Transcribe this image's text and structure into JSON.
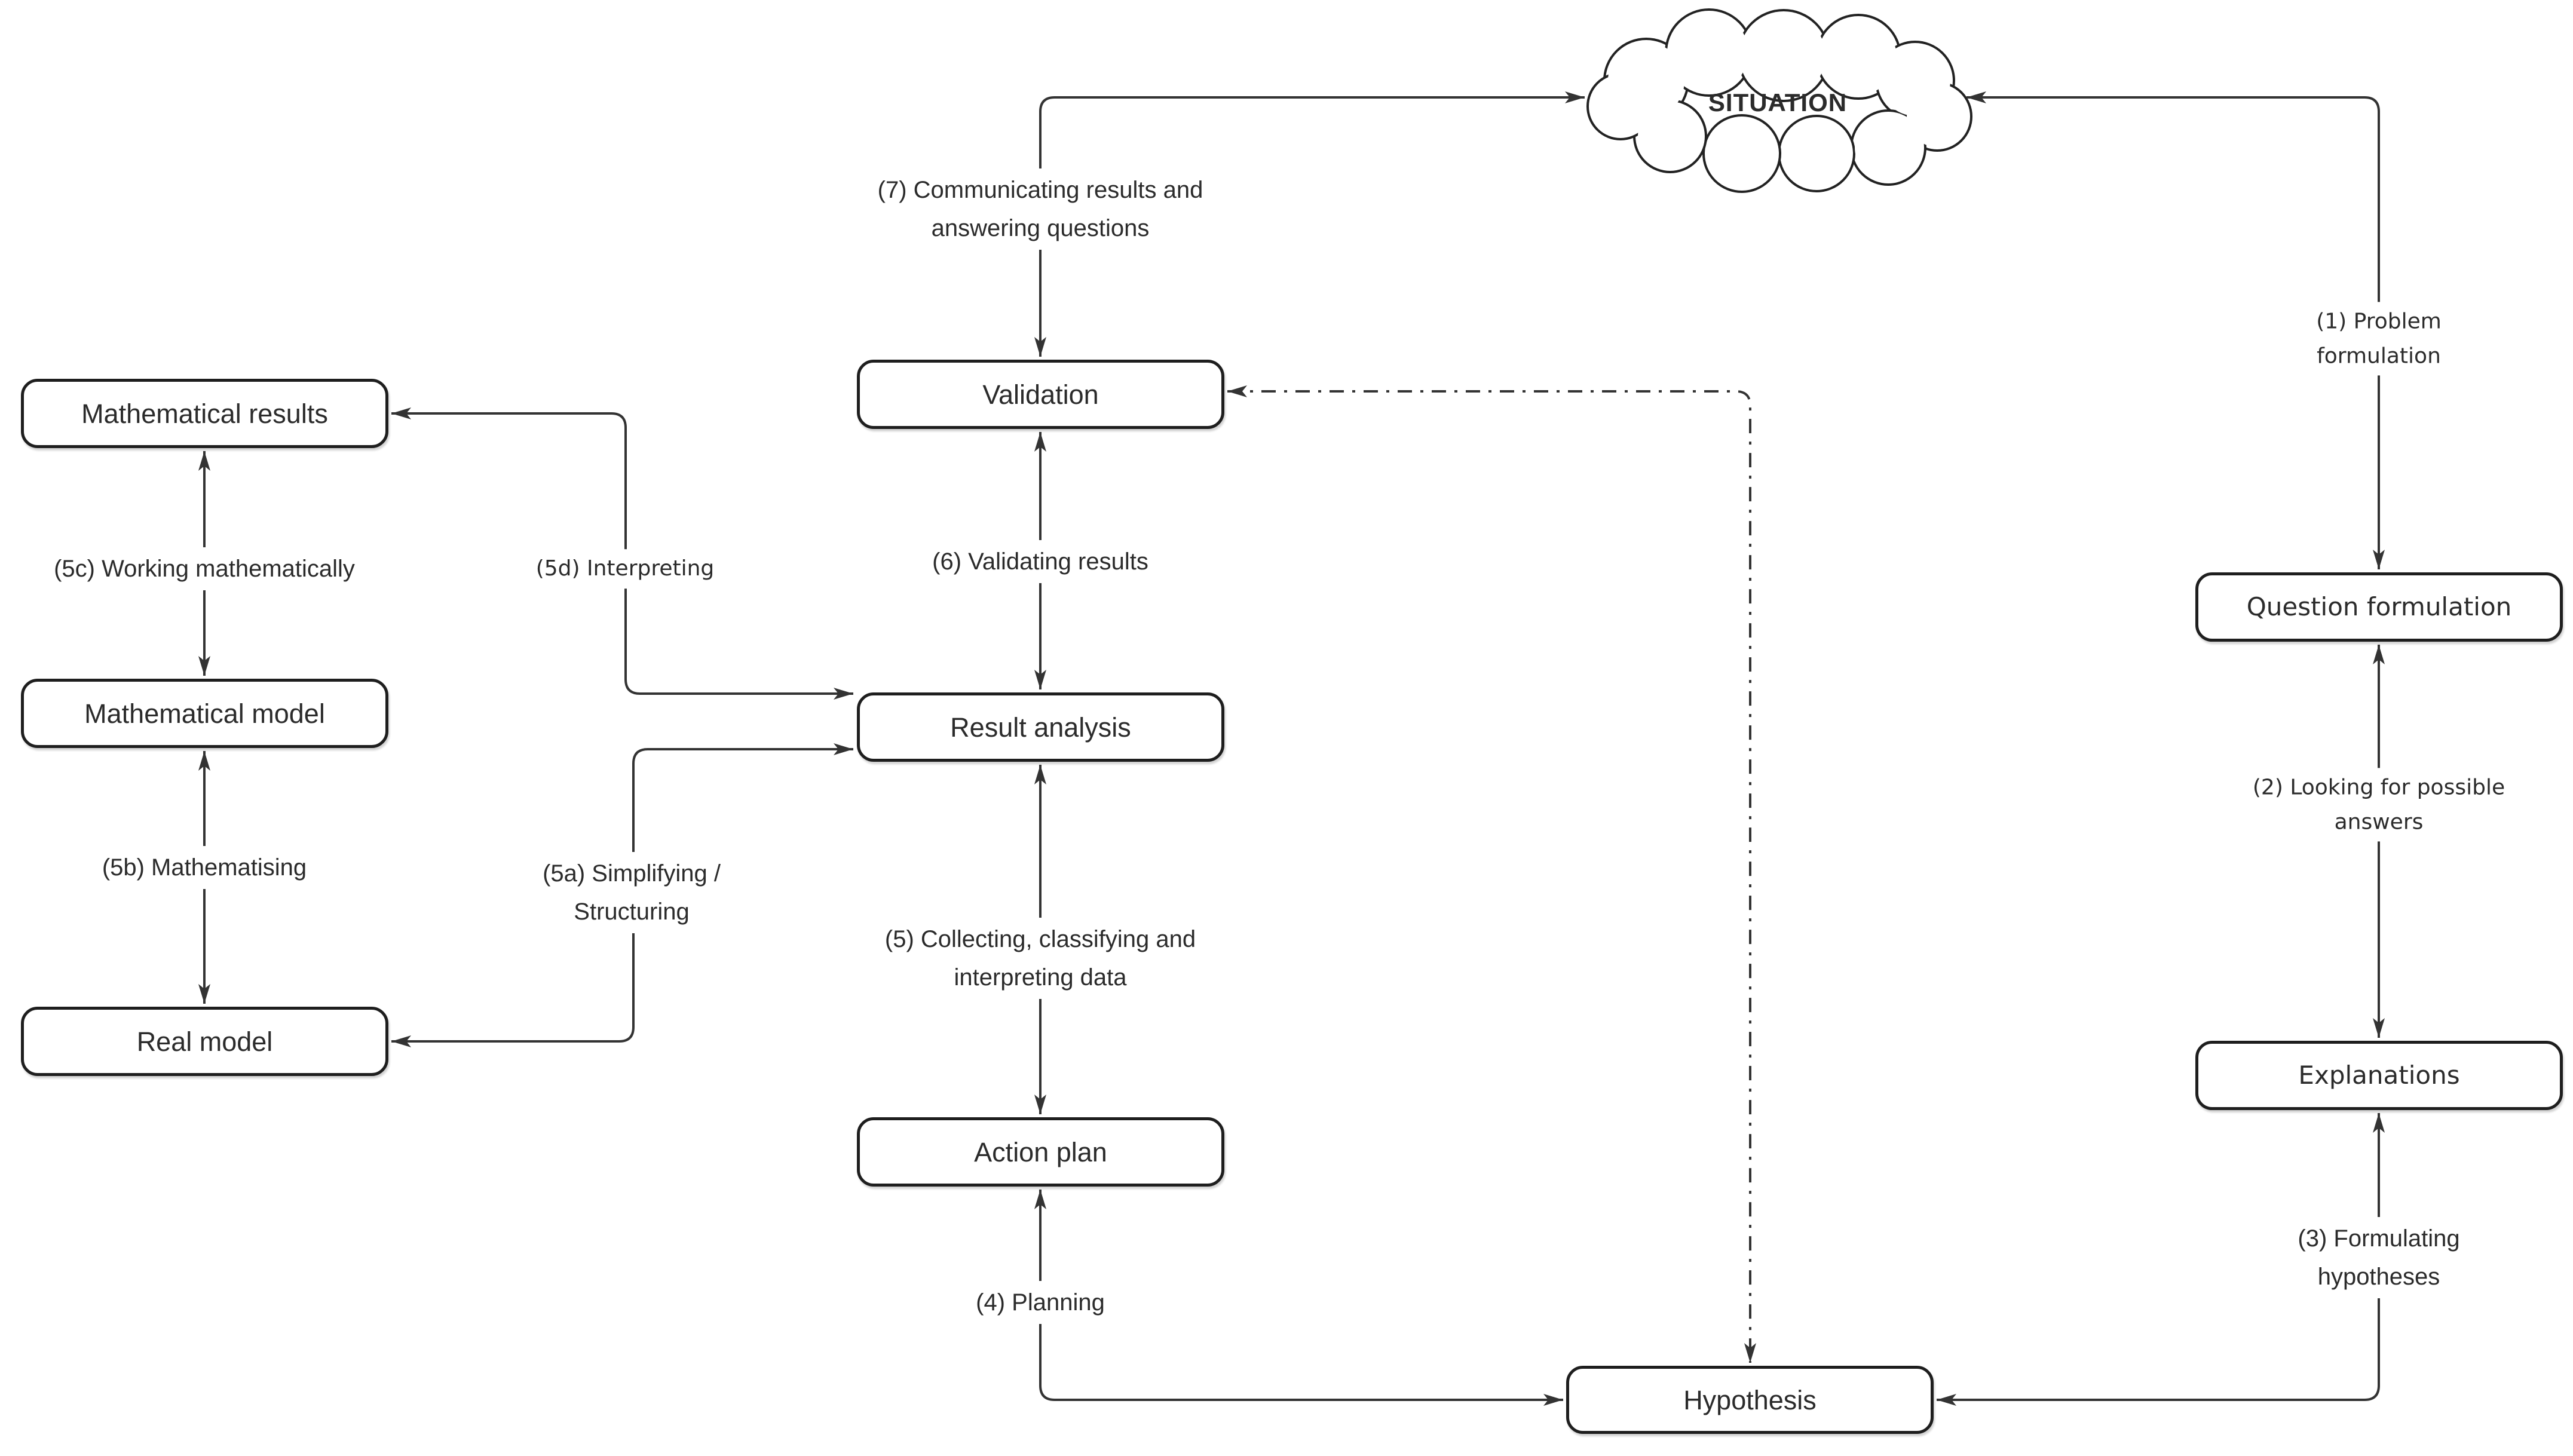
{
  "cloud": {
    "label": "SITUATION"
  },
  "nodes": {
    "mathematical_results": {
      "label": "Mathematical results"
    },
    "mathematical_model": {
      "label": "Mathematical model"
    },
    "real_model": {
      "label": "Real model"
    },
    "validation": {
      "label": "Validation"
    },
    "result_analysis": {
      "label": "Result analysis"
    },
    "action_plan": {
      "label": "Action plan"
    },
    "hypothesis": {
      "label": "Hypothesis"
    },
    "question_formulation": {
      "label": "Question formulation"
    },
    "explanations": {
      "label": "Explanations"
    }
  },
  "edges": {
    "problem_formulation": {
      "id": "1",
      "from": "situation",
      "to": "question_formulation",
      "style": "solid",
      "bidirectional": true,
      "lines": [
        "(1) Problem",
        "formulation"
      ]
    },
    "looking_for_answers": {
      "id": "2",
      "from": "question_formulation",
      "to": "explanations",
      "style": "solid",
      "bidirectional": true,
      "lines": [
        "(2) Looking for possible",
        "answers"
      ]
    },
    "formulating_hypotheses": {
      "id": "3",
      "from": "explanations",
      "to": "hypothesis",
      "style": "solid",
      "bidirectional": true,
      "lines": [
        "(3) Formulating",
        "hypotheses"
      ]
    },
    "planning": {
      "id": "4",
      "from": "hypothesis",
      "to": "action_plan",
      "style": "solid",
      "bidirectional": true,
      "lines": [
        "(4) Planning"
      ]
    },
    "collecting": {
      "id": "5",
      "from": "action_plan",
      "to": "result_analysis",
      "style": "solid",
      "bidirectional": true,
      "lines": [
        "(5) Collecting, classifying and",
        "interpreting data"
      ]
    },
    "simplifying_structuring": {
      "id": "5a",
      "from": "result_analysis",
      "to": "real_model",
      "style": "solid",
      "bidirectional": true,
      "lines": [
        "(5a) Simplifying /",
        "Structuring"
      ]
    },
    "mathematising": {
      "id": "5b",
      "from": "real_model",
      "to": "mathematical_model",
      "style": "solid",
      "bidirectional": true,
      "lines": [
        "(5b) Mathematising"
      ]
    },
    "working_mathematically": {
      "id": "5c",
      "from": "mathematical_model",
      "to": "mathematical_results",
      "style": "solid",
      "bidirectional": true,
      "lines": [
        "(5c) Working mathematically"
      ]
    },
    "interpreting": {
      "id": "5d",
      "from": "mathematical_results",
      "to": "result_analysis",
      "style": "solid",
      "bidirectional": true,
      "lines": [
        "(5d) Interpreting"
      ]
    },
    "validating_results": {
      "id": "6",
      "from": "result_analysis",
      "to": "validation",
      "style": "solid",
      "bidirectional": true,
      "lines": [
        "(6) Validating results"
      ]
    },
    "communicating_results": {
      "id": "7",
      "from": "validation",
      "to": "situation",
      "style": "solid",
      "bidirectional": true,
      "lines": [
        "(7) Communicating results and",
        "answering questions"
      ]
    },
    "hypothesis_validation": {
      "id": "",
      "from": "hypothesis",
      "to": "validation",
      "style": "dash-dot",
      "bidirectional": true,
      "lines": []
    }
  },
  "colors": {
    "background": "#ffffff",
    "line": "#333333",
    "box_border": "#1e1e1e",
    "text": "#2b2b2b"
  }
}
